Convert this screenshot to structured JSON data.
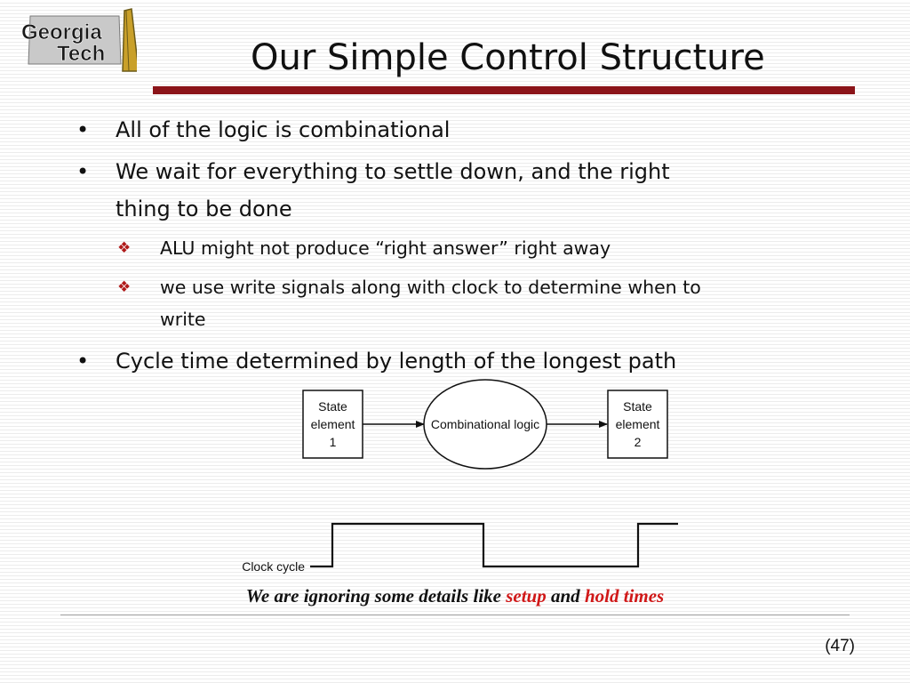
{
  "logo": {
    "line1": "Georgia",
    "line2": "Tech"
  },
  "title": "Our Simple Control Structure",
  "bullets": [
    {
      "marker": "•",
      "lines": [
        "All of the logic is combinational"
      ]
    },
    {
      "marker": "•",
      "lines": [
        "We wait for everything to settle down, and the right",
        "thing to be done"
      ]
    },
    {
      "marker": "•",
      "lines": [
        "Cycle time determined by length of the longest path"
      ]
    }
  ],
  "sub_bullets": [
    {
      "marker": "❖",
      "lines": [
        "ALU might not produce  “right answer”  right away"
      ]
    },
    {
      "marker": "❖",
      "lines": [
        "we use write signals along with clock to determine when to",
        "write"
      ]
    }
  ],
  "diagram": {
    "state1": [
      "State",
      "element",
      "1"
    ],
    "logic": "Combinational logic",
    "state2": [
      "State",
      "element",
      "2"
    ]
  },
  "clock": {
    "label": "Clock cycle"
  },
  "footnote": {
    "prefix": "We are ignoring some details like ",
    "term1": "setup",
    "middle": " and ",
    "term2": "hold times"
  },
  "page_number": "(47)",
  "colors": {
    "title_rule": "#8b1419",
    "sub_bullet_marker": "#b01a1a",
    "highlight": "#d01818"
  }
}
